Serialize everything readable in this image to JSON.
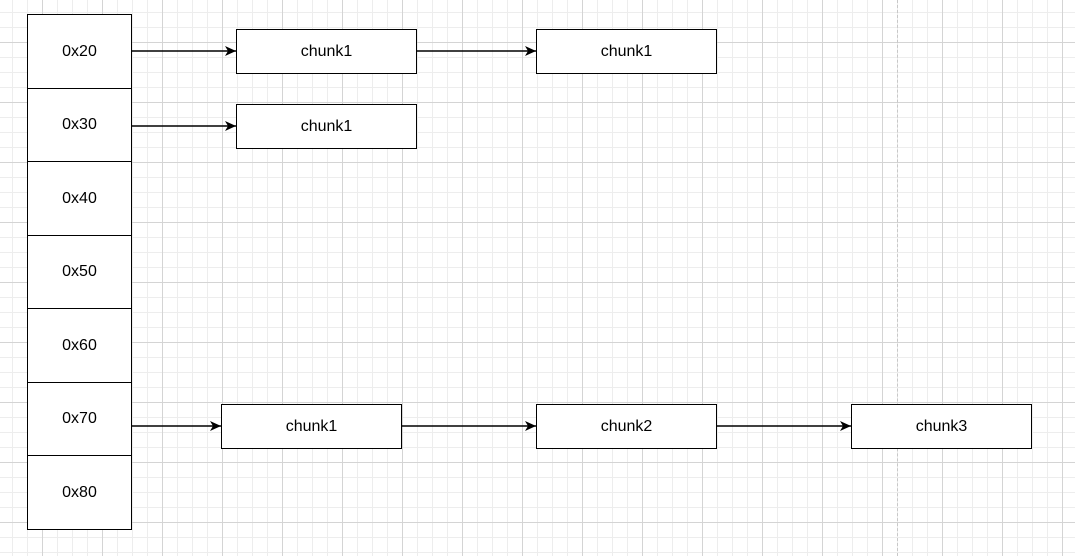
{
  "bins": [
    "0x20",
    "0x30",
    "0x40",
    "0x50",
    "0x60",
    "0x70",
    "0x80"
  ],
  "chains": [
    {
      "bin": "0x20",
      "chunks": [
        "chunk1",
        "chunk1"
      ]
    },
    {
      "bin": "0x30",
      "chunks": [
        "chunk1"
      ]
    },
    {
      "bin": "0x70",
      "chunks": [
        "chunk1",
        "chunk2",
        "chunk3"
      ]
    }
  ],
  "colors": {
    "stroke": "#000000",
    "fill": "#ffffff",
    "grid": "#d4d4d4"
  }
}
